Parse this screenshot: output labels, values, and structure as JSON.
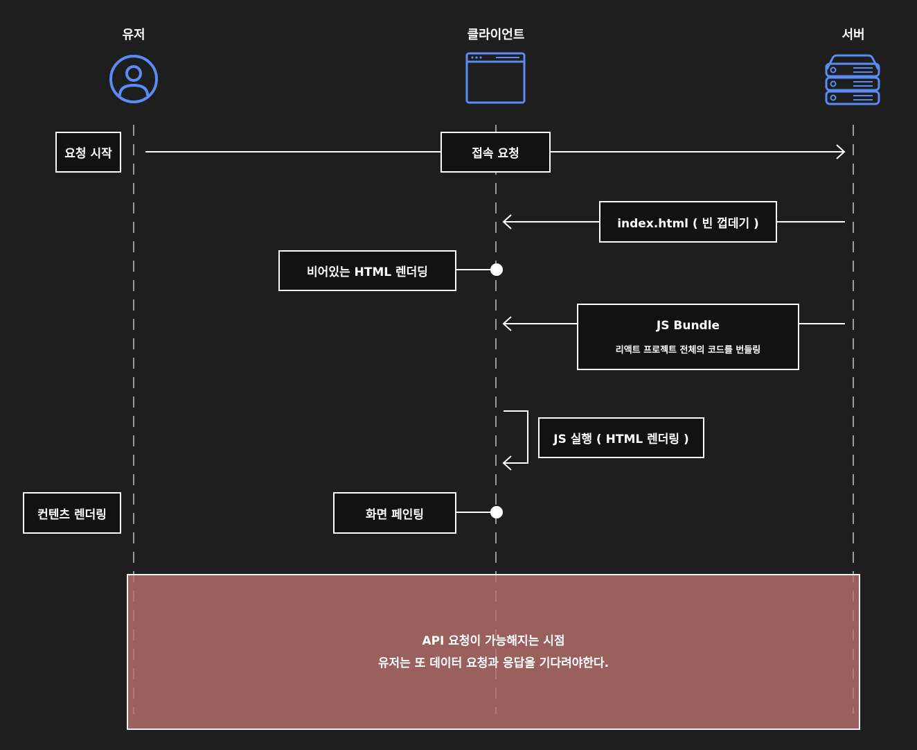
{
  "actors": [
    {
      "name": "유저",
      "icon": "user-icon"
    },
    {
      "name": "클라이언트",
      "icon": "browser-window-icon"
    },
    {
      "name": "서버",
      "icon": "server-stack-icon"
    }
  ],
  "colors": {
    "background": "#1e1e1f",
    "icon": "#5b8cf5",
    "box_fill": "#121212",
    "highlight": "#9e6260"
  },
  "steps": {
    "request_start": "요청 시작",
    "connect_request": "접속 요청",
    "index_html": "index.html ( 빈 껍데기 )",
    "empty_render": "비어있는 HTML 렌더딩",
    "js_bundle": "JS Bundle",
    "js_bundle_sub": "리액트 프로젝트 전체의 코드를 번들링",
    "js_exec": "JS 실행 ( HTML 렌더링 )",
    "screen_paint": "화면 페인팅",
    "content_render": "컨텐츠 렌더링"
  },
  "highlight": {
    "line1": "API 요청이 가능해지는 시점",
    "line2": "유저는 또 데이터 요청과 응답을 기다려야한다."
  }
}
